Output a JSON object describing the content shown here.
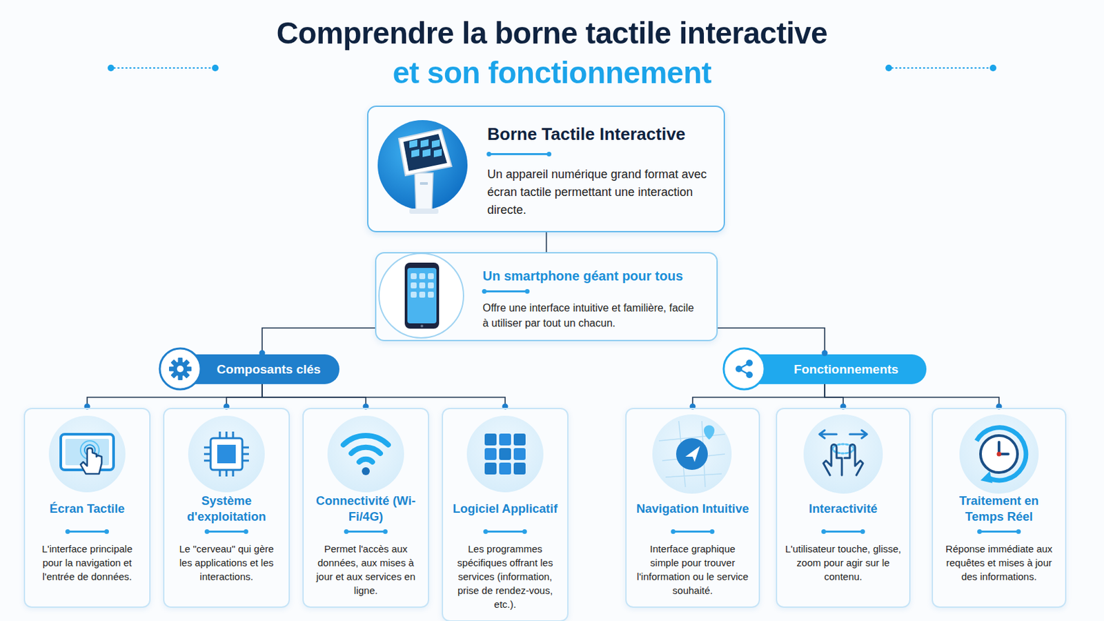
{
  "diagram": {
    "title": "Comprendre la borne tactile interactive et son fonctionnement",
    "nodes": [
      {
        "text": [
          "Borne Tactile Interactive",
          "Un appareil numérique grand format avec écran tactile permettant une interaction directe."
        ]
      },
      {
        "text": [
          "Un smartphone géant pour tous",
          "Offre une interface intuitive et familière, facile à utiliser par tout un chacun."
        ]
      },
      {
        "text": [
          "Composants clés"
        ]
      },
      {
        "text": [
          "Fonctionnements"
        ]
      },
      {
        "text": [
          "Écran Tactile",
          "L'interface principale pour la navigation et l'entrée de données."
        ]
      },
      {
        "text": [
          "Système d'exploitation",
          "Le \"cerveau\" qui gère les applications et les interactions."
        ]
      },
      {
        "text": [
          "Connectivité (Wi-Fi/4G)",
          "Permet l'accès aux données, aux mises à jour et aux services en ligne."
        ]
      },
      {
        "text": [
          "Logiciel Applicatif",
          "Les programmes spécifiques offrant les services (information, prise de rendez-vous, etc.)."
        ]
      },
      {
        "text": [
          "Navigation Intuitive",
          "Interface graphique simple pour trouver l'information ou le service souhaité."
        ]
      },
      {
        "text": [
          "Interactivité",
          "L'utilisateur touche, glisse, zoom pour agir sur le contenu."
        ]
      },
      {
        "text": [
          "Traitement en Temps Réel",
          "Réponse immédiate aux requêtes et mises à jour des informations."
        ]
      }
    ],
    "edges": [
      {
        "from": 0,
        "to": 1,
        "arrow": "none"
      },
      {
        "from": 1,
        "to": 2,
        "arrow": "none"
      },
      {
        "from": 1,
        "to": 3,
        "arrow": "none"
      },
      {
        "from": 2,
        "to": 4,
        "arrow": "none"
      },
      {
        "from": 2,
        "to": 5,
        "arrow": "none"
      },
      {
        "from": 2,
        "to": 6,
        "arrow": "none"
      },
      {
        "from": 2,
        "to": 7,
        "arrow": "none"
      },
      {
        "from": 3,
        "to": 8,
        "arrow": "none"
      },
      {
        "from": 3,
        "to": 9,
        "arrow": "none"
      },
      {
        "from": 3,
        "to": 10,
        "arrow": "none"
      }
    ]
  }
}
